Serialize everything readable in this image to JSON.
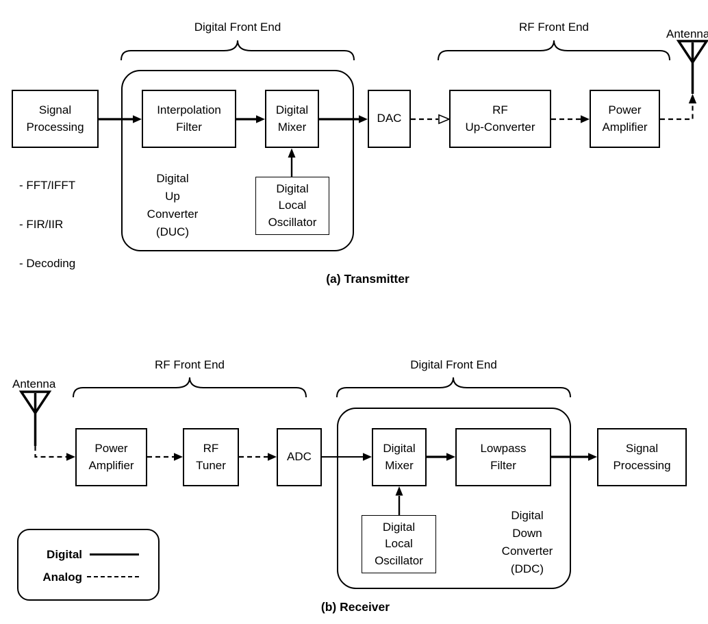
{
  "transmitter": {
    "caption": "(a) Transmitter",
    "digital_front_end_label": "Digital Front End",
    "rf_front_end_label": "RF Front End",
    "antenna_label": "Antenna",
    "blocks": {
      "signal_processing": "Signal\nProcessing",
      "interpolation_filter": "Interpolation\nFilter",
      "digital_mixer": "Digital\nMixer",
      "dac": "DAC",
      "rf_up_converter": "RF\nUp-Converter",
      "power_amplifier": "Power\nAmplifier",
      "digital_local_oscillator": "Digital\nLocal\nOscillator"
    },
    "duc_label": "Digital\nUp\nConverter\n(DUC)",
    "signal_processing_notes": [
      "- FFT/IFFT",
      "- FIR/IIR",
      "- Decoding"
    ]
  },
  "receiver": {
    "caption": "(b) Receiver",
    "rf_front_end_label": "RF Front End",
    "digital_front_end_label": "Digital Front End",
    "antenna_label": "Antenna",
    "blocks": {
      "power_amplifier": "Power\nAmplifier",
      "rf_tuner": "RF\nTuner",
      "adc": "ADC",
      "digital_mixer": "Digital\nMixer",
      "lowpass_filter": "Lowpass\nFilter",
      "signal_processing": "Signal\nProcessing",
      "digital_local_oscillator": "Digital\nLocal\nOscillator"
    },
    "ddc_label": "Digital\nDown\nConverter\n(DDC)"
  },
  "legend": {
    "digital_label": "Digital",
    "analog_label": "Analog"
  },
  "colors": {
    "ink": "#000000",
    "background": "#ffffff"
  }
}
